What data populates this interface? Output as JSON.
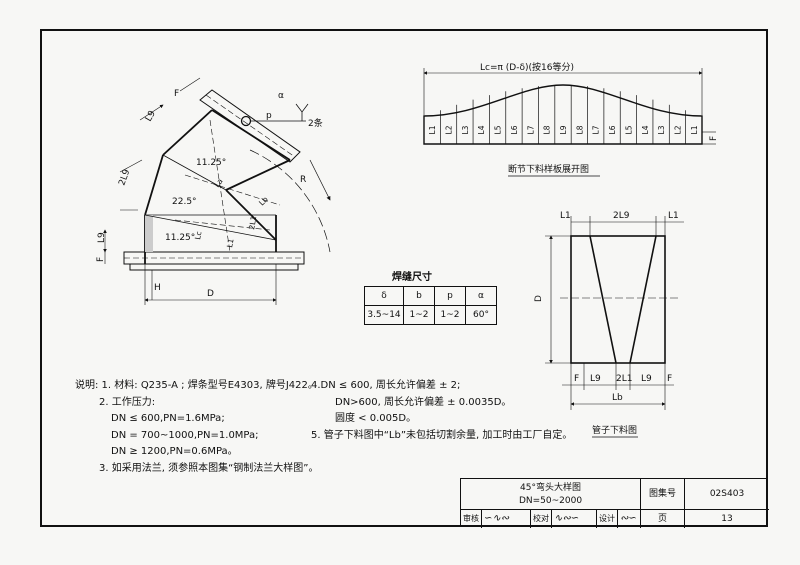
{
  "elbow": {
    "labels": {
      "F": "F",
      "L9_top": "L9",
      "p": "p",
      "alpha": "α",
      "two_bars": "2条",
      "angle_1125_top": "11.25°",
      "angle_225": "22.5°",
      "angle_1125_bot": "11.25°",
      "two_l9": "2L9",
      "La": "La",
      "Lc": "Lc",
      "two_l1": "2L1",
      "L1": "L1",
      "Lb": "Lb",
      "R": "R",
      "L9_left": "L9",
      "F_left": "F",
      "H": "H",
      "D": "D"
    }
  },
  "development": {
    "top_dim": "Lc=π (D-δ)(按16等分)",
    "segments": [
      "L1",
      "L2",
      "L3",
      "L4",
      "L5",
      "L6",
      "L7",
      "L8",
      "L9",
      "L8",
      "L7",
      "L6",
      "L5",
      "L4",
      "L3",
      "L2",
      "L1"
    ],
    "F": "F",
    "caption": "断节下料样板展开图"
  },
  "cut": {
    "top": [
      "L1",
      "2L9",
      "L1"
    ],
    "bottom": [
      "F",
      "L9",
      "2L1",
      "L9",
      "F"
    ],
    "D": "D",
    "Lb": "Lb",
    "caption": "管子下料图"
  },
  "weld": {
    "title": "焊缝尺寸",
    "headers": [
      "δ",
      "b",
      "p",
      "α"
    ],
    "values": [
      "3.5~14",
      "1~2",
      "1~2",
      "60°"
    ]
  },
  "notes": {
    "col1": [
      "说明: 1. 材料: Q235-A ; 焊条型号E4303, 牌号J422。",
      "2. 工作压力:",
      "DN ≤ 600,PN=1.6MPa;",
      "DN = 700~1000,PN=1.0MPa;",
      "DN ≥ 1200,PN=0.6MPa。",
      "3. 如采用法兰, 须参照本图集“钢制法兰大样图”。"
    ],
    "col2": [
      "4.DN ≤ 600, 周长允许偏差 ± 2;",
      "DN>600, 周长允许偏差 ± 0.0035D。",
      "圆度 < 0.005D。",
      "5. 管子下料图中“Lb”未包括切割余量, 加工时由工厂自定。"
    ]
  },
  "title_block": {
    "name": "45°弯头大样图",
    "range": "DN=50~2000",
    "atlas_key": "图集号",
    "atlas_val": "02S403",
    "page_key": "页",
    "page_val": "13",
    "sign_row": [
      "审核",
      "校对",
      "设计"
    ]
  }
}
